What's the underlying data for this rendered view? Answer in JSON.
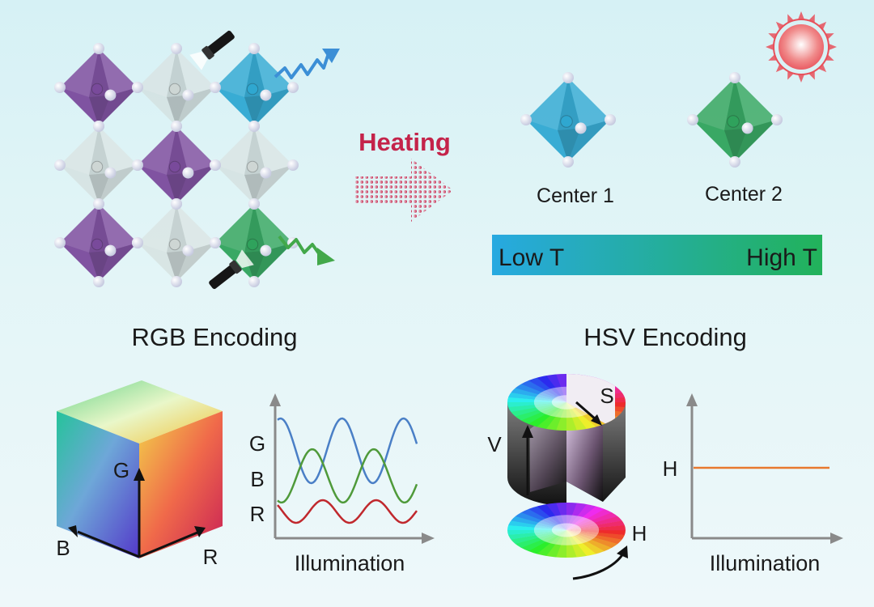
{
  "heating_label": "Heating",
  "centers": [
    "Center 1",
    "Center 2"
  ],
  "temperature_bar": {
    "low": "Low T",
    "high": "High T"
  },
  "rgb": {
    "title": "RGB Encoding",
    "cube_axes": {
      "g": "G",
      "b": "B",
      "r": "R"
    },
    "plot_labels": {
      "g": "G",
      "b": "B",
      "r": "R"
    },
    "xlabel": "Illumination"
  },
  "hsv": {
    "title": "HSV Encoding",
    "cylinder_axes": {
      "v": "V",
      "s": "S",
      "h": "H"
    },
    "plot_label": "H",
    "xlabel": "Illumination"
  },
  "colors": {
    "purple": "#7a4a9c",
    "gray": "#cfd7d5",
    "blue": "#2fa8d2",
    "green": "#2fa35c",
    "heat_red": "#c4234a",
    "rgb_g": "#4a7fc6",
    "rgb_b": "#4f9a3a",
    "rgb_r": "#c0282d",
    "hsv_h": "#e8782e"
  }
}
